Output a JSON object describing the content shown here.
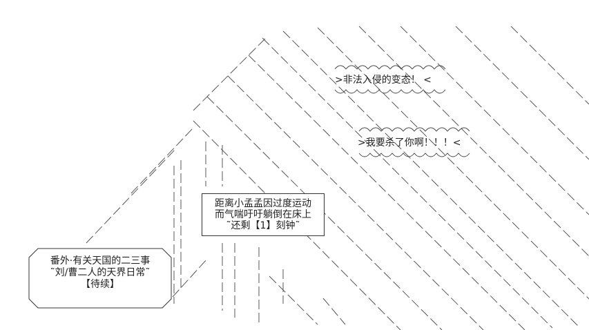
{
  "shouts": {
    "line1": ">非法入侵的变态！  <",
    "line2": ">我要杀了你啊！！！<"
  },
  "center_box": {
    "line1": "距离小孟孟因过度运动",
    "line2": "而气喘吁吁躺倒在床上",
    "line3": "˜还剩【1】刻钟˜"
  },
  "left_box": {
    "line1": "番外·有关天国的二三事",
    "line2": "˜刘/曹二人的天界日常˜",
    "line3": "【待续】"
  }
}
